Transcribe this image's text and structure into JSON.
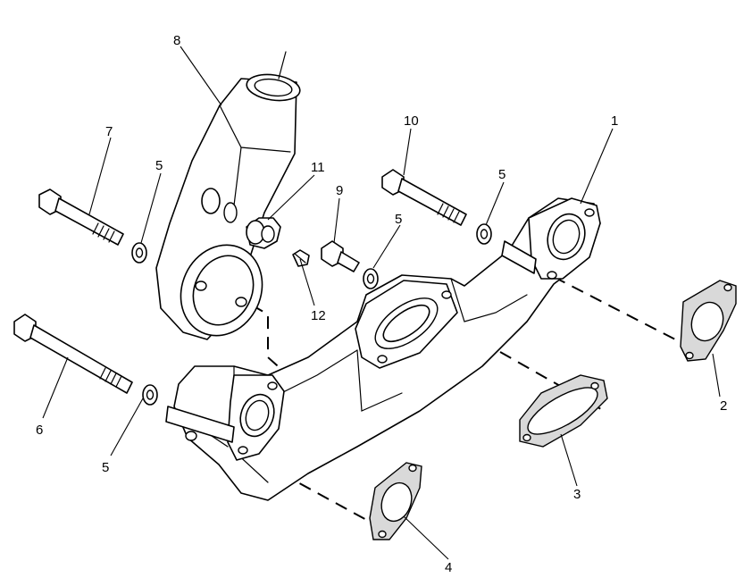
{
  "callouts": [
    {
      "id": "c1",
      "label": "1"
    },
    {
      "id": "c2",
      "label": "2"
    },
    {
      "id": "c3",
      "label": "3"
    },
    {
      "id": "c4",
      "label": "4"
    },
    {
      "id": "c5a",
      "label": "5"
    },
    {
      "id": "c5b",
      "label": "5"
    },
    {
      "id": "c5c",
      "label": "5"
    },
    {
      "id": "c5d",
      "label": "5"
    },
    {
      "id": "c6",
      "label": "6"
    },
    {
      "id": "c7",
      "label": "7"
    },
    {
      "id": "c8",
      "label": "8"
    },
    {
      "id": "c9",
      "label": "9"
    },
    {
      "id": "c10",
      "label": "10"
    },
    {
      "id": "c11",
      "label": "11"
    },
    {
      "id": "c12",
      "label": "12"
    }
  ]
}
